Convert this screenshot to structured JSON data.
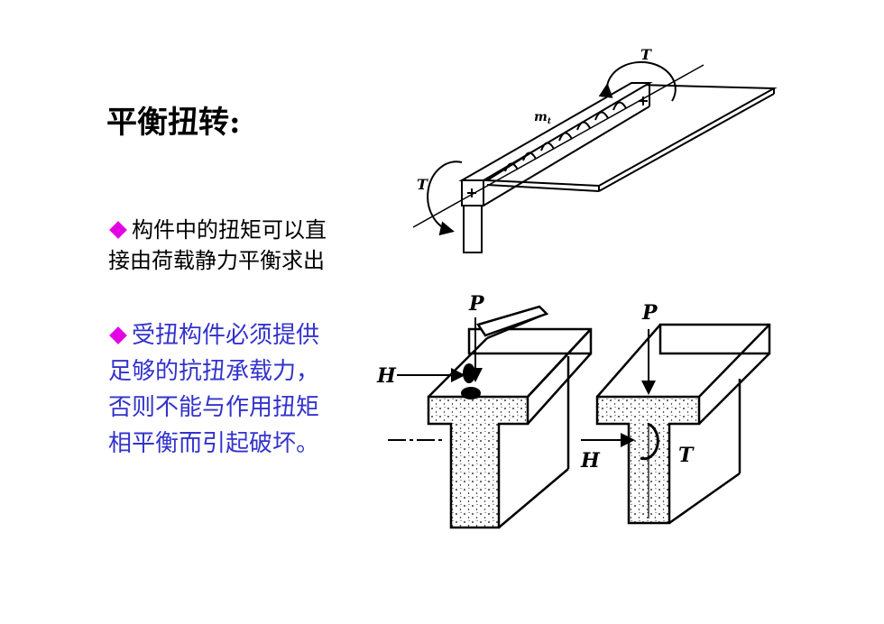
{
  "slide": {
    "title": "平衡扭转:",
    "bullets": [
      {
        "text": "构件中的扭矩可以直接由荷载静力平衡求出",
        "color": "#000000"
      },
      {
        "text": "受扭构件必须提供足够的抗扭承载力，否则不能与作用扭矩相平衡而引起破坏。",
        "color": "#3333cc"
      }
    ],
    "bullet_marker_color": "#e400e4"
  },
  "figures": {
    "top": {
      "torque_top": "T",
      "torque_left": "T",
      "distributed": "m",
      "distributed_sub": "t"
    },
    "bottom_left": {
      "load": "P",
      "horizontal": "H"
    },
    "bottom_right": {
      "load": "P",
      "horizontal": "H",
      "torque": "T"
    }
  }
}
